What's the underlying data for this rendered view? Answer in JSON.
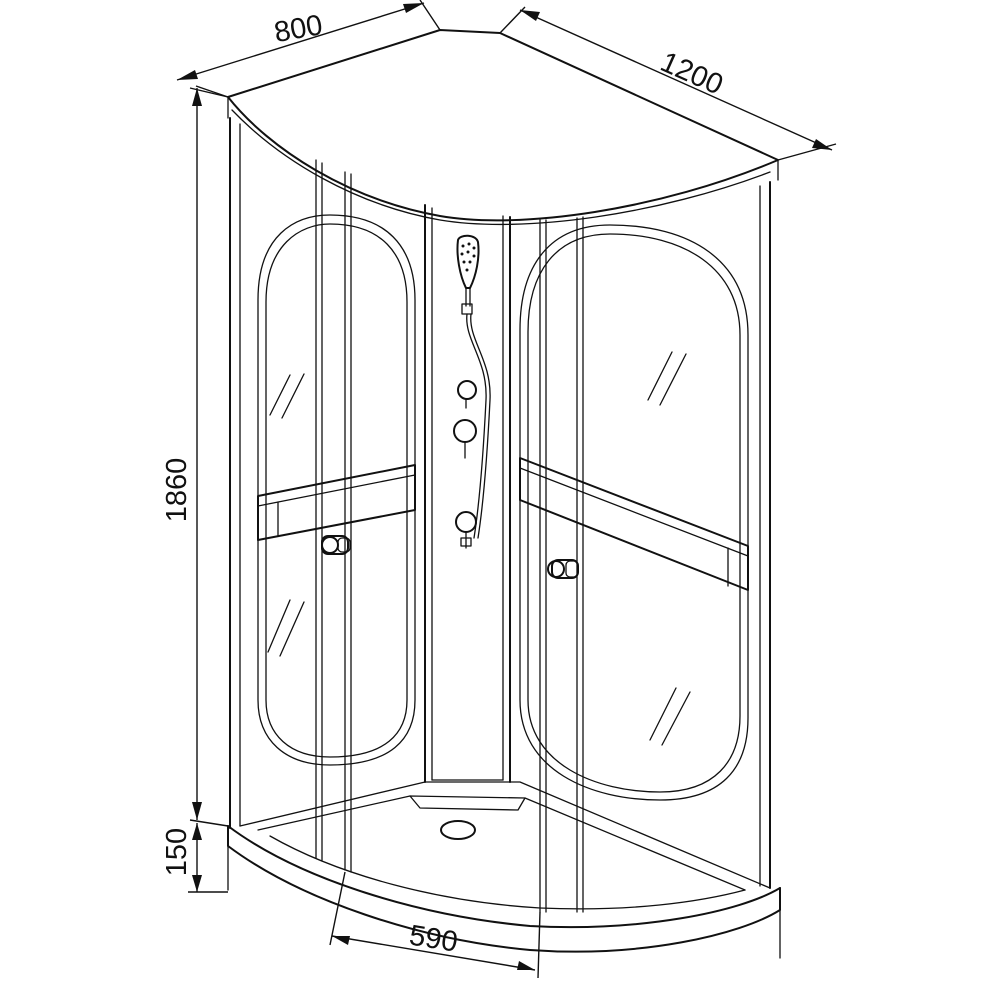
{
  "dimensions": {
    "depth": "800",
    "width": "1200",
    "height": "1860",
    "tray_height": "150",
    "door_opening": "590"
  }
}
